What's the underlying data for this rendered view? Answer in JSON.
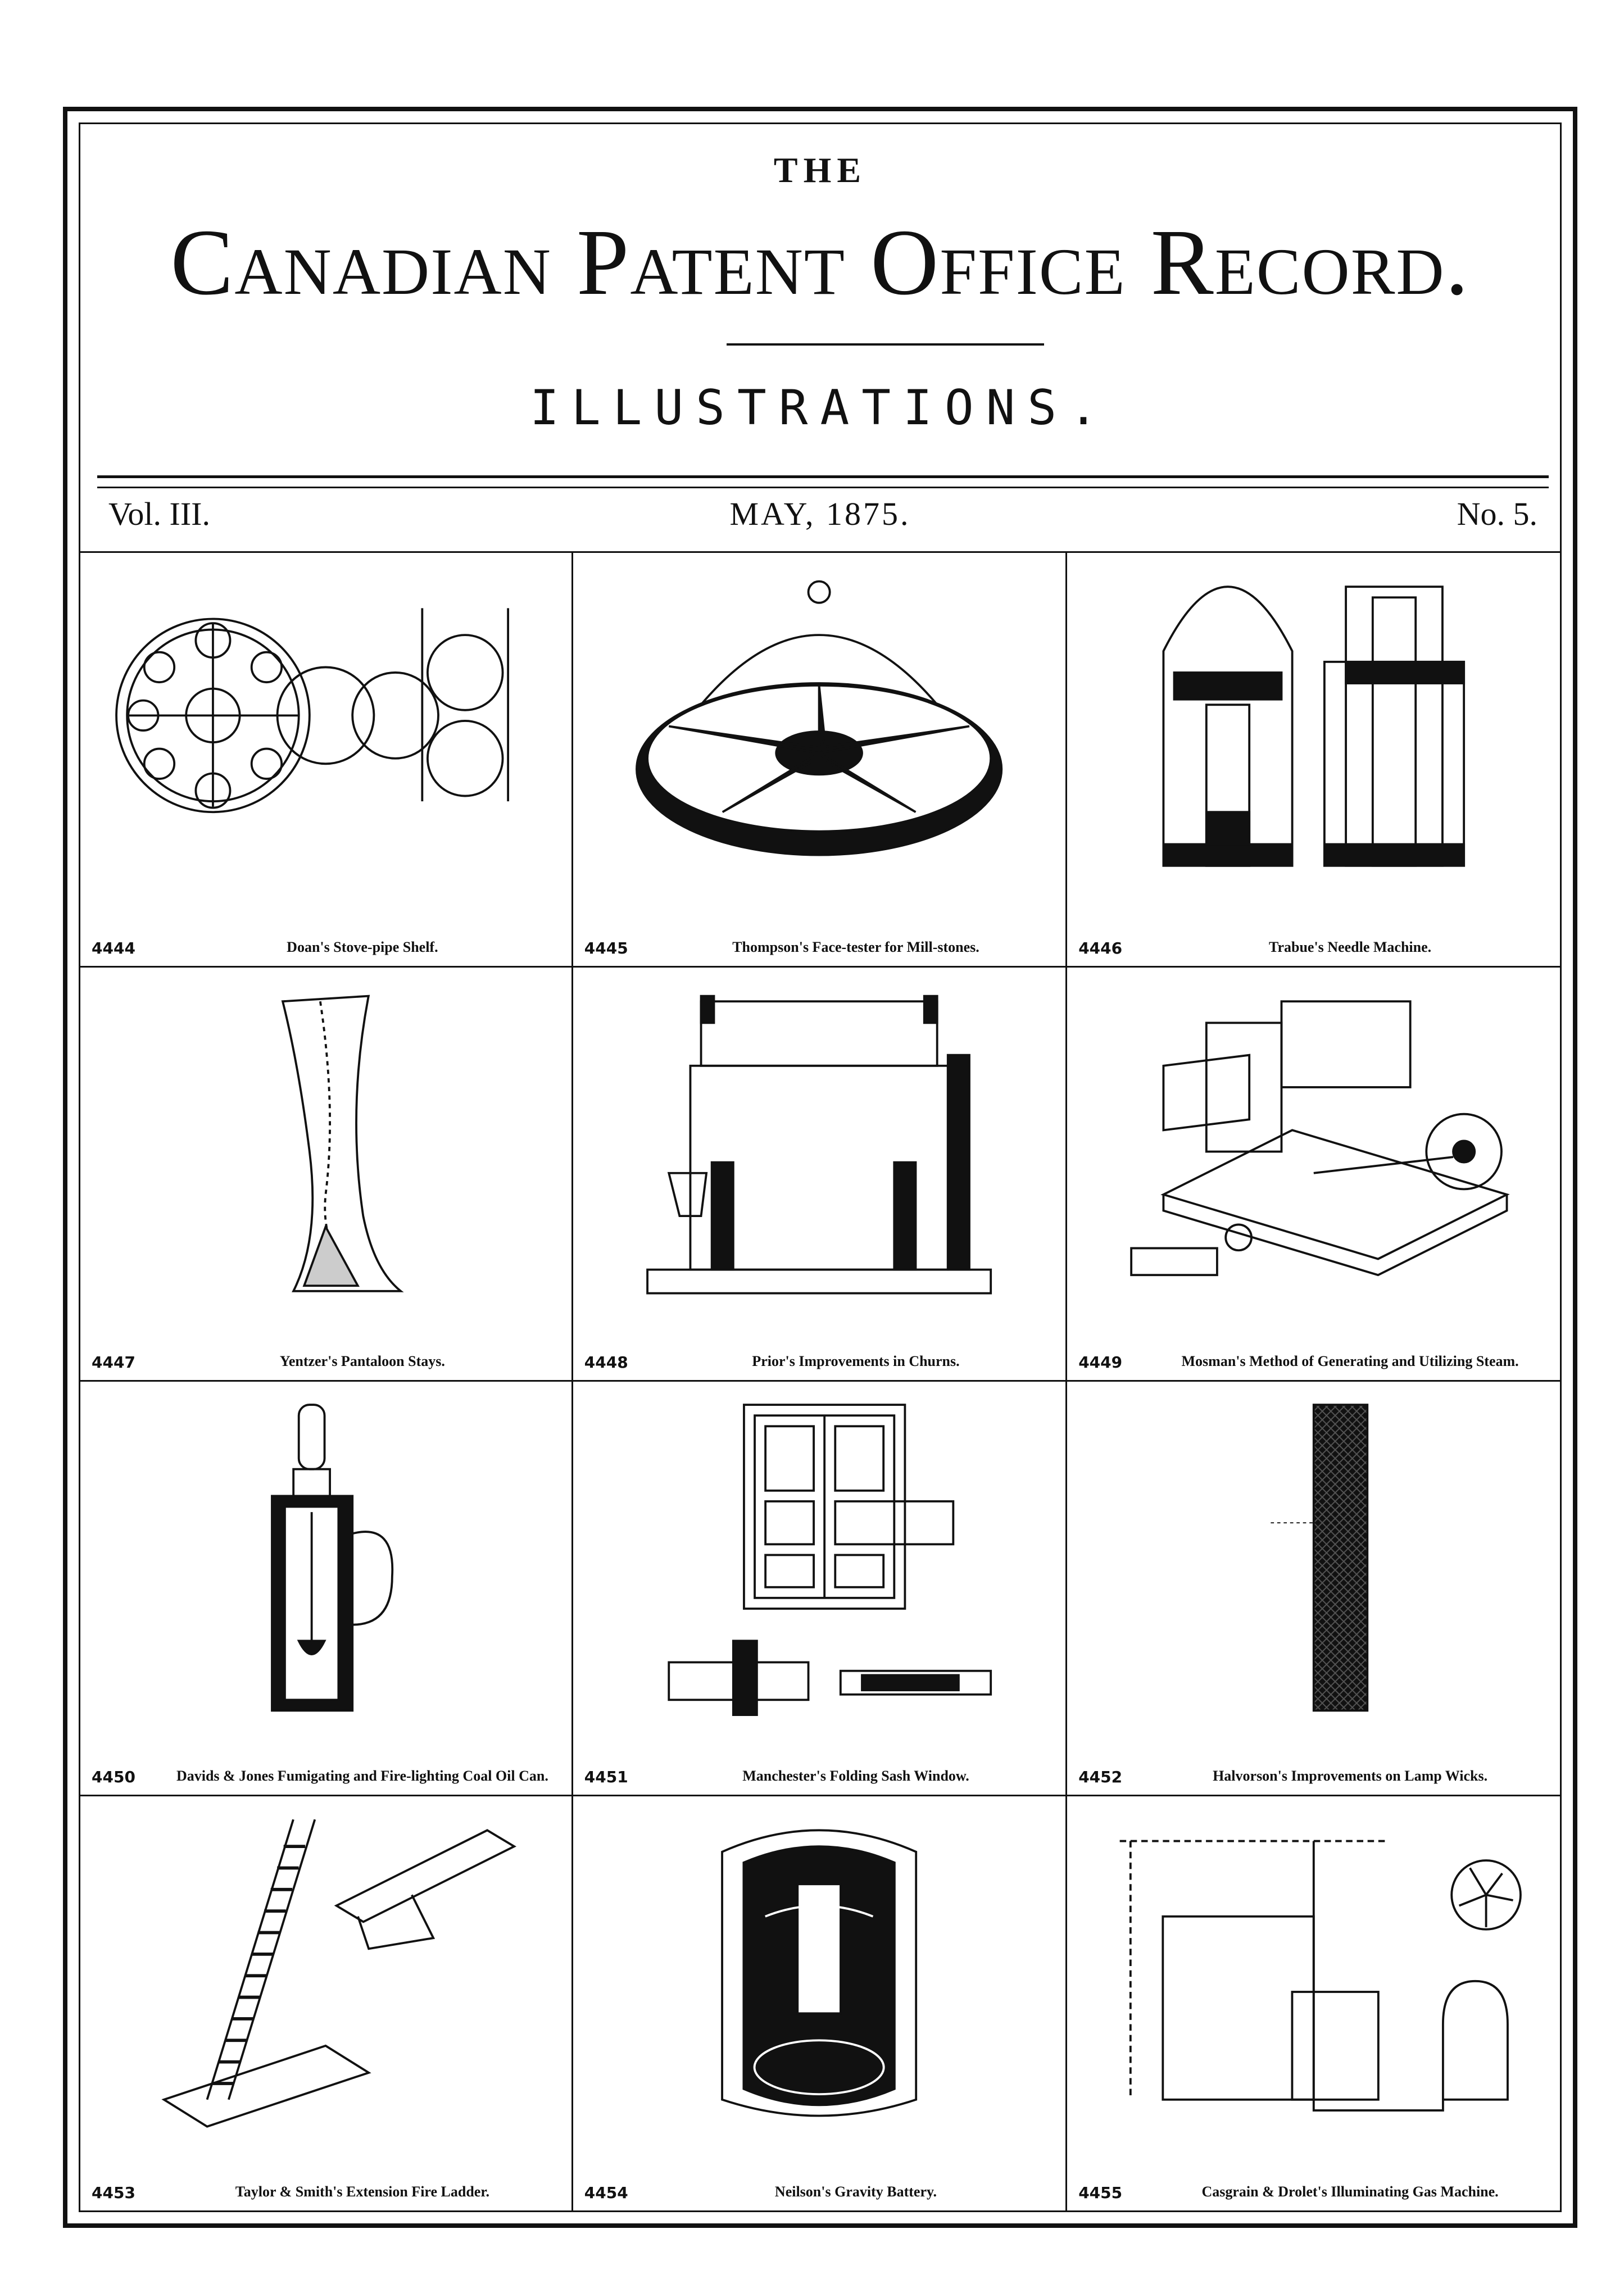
{
  "header": {
    "the": "THE",
    "title": "Canadian Patent Office Record.",
    "subtitle": "ILLUSTRATIONS.",
    "volume": "Vol. III.",
    "date": "MAY, 1875.",
    "number": "No. 5."
  },
  "illustrations": [
    {
      "number": "4444",
      "caption": "Doan's Stove-pipe Shelf."
    },
    {
      "number": "4445",
      "caption": "Thompson's Face-tester for Mill-stones."
    },
    {
      "number": "4446",
      "caption": "Trabue's Needle Machine."
    },
    {
      "number": "4447",
      "caption": "Yentzer's Pantaloon Stays."
    },
    {
      "number": "4448",
      "caption": "Prior's Improvements in Churns."
    },
    {
      "number": "4449",
      "caption": "Mosman's Method of Generating and Utilizing Steam."
    },
    {
      "number": "4450",
      "caption": "Davids & Jones Fumigating and Fire-lighting Coal Oil Can."
    },
    {
      "number": "4451",
      "caption": "Manchester's Folding Sash Window."
    },
    {
      "number": "4452",
      "caption": "Halvorson's Improvements on Lamp Wicks."
    },
    {
      "number": "4453",
      "caption": "Taylor & Smith's Extension Fire Ladder."
    },
    {
      "number": "4454",
      "caption": "Neilson's Gravity Battery."
    },
    {
      "number": "4455",
      "caption": "Casgrain & Drolet's Illuminating Gas Machine."
    }
  ]
}
